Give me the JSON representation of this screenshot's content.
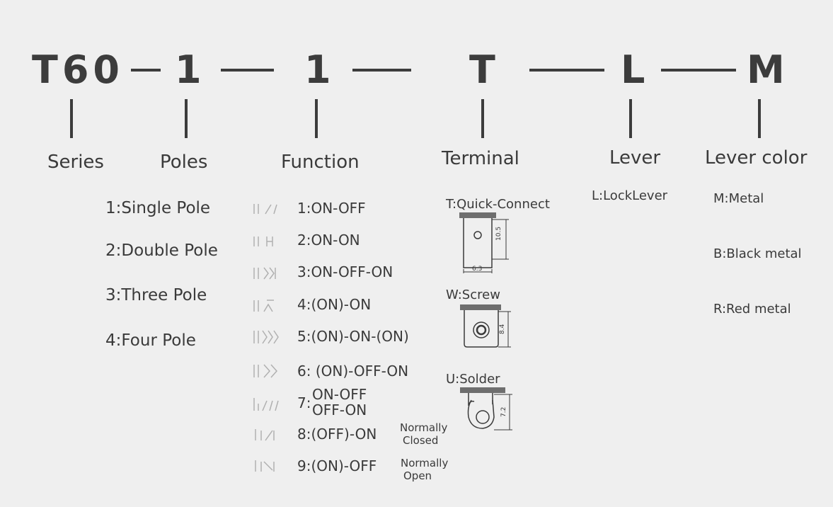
{
  "code": {
    "series": "T60",
    "poles": "1",
    "function": "1",
    "terminal": "T",
    "lever": "L",
    "lever_color": "M"
  },
  "categories": {
    "series": "Series",
    "poles": "Poles",
    "function": "Function",
    "terminal": "Terminal",
    "lever": "Lever",
    "lever_color": "Lever color"
  },
  "poles_options": [
    "1:Single Pole",
    "2:Double Pole",
    "3:Three Pole",
    "4:Four Pole"
  ],
  "function_options": [
    {
      "label": "1:ON-OFF"
    },
    {
      "label": "2:ON-ON"
    },
    {
      "label": "3:ON-OFF-ON"
    },
    {
      "label": "4:(ON)-ON"
    },
    {
      "label": "5:(ON)-ON-(ON)"
    },
    {
      "label": "6: (ON)-OFF-ON"
    },
    {
      "prefix": "7:",
      "line1": "ON-OFF",
      "line2": "OFF-ON"
    },
    {
      "label": "8:(OFF)-ON",
      "note1": "Normally",
      "note2": "Closed"
    },
    {
      "label": "9:(ON)-OFF",
      "note1": "Normally",
      "note2": "Open"
    }
  ],
  "terminal_options": [
    {
      "label": "T:Quick-Connect",
      "dim_h": "10.5",
      "dim_w": "6.3"
    },
    {
      "label": "W:Screw",
      "dim_h": "8.4"
    },
    {
      "label": "U:Solder",
      "dim_h": "7.2"
    }
  ],
  "lever_options": [
    "L:LockLever"
  ],
  "lever_color_options": [
    "M:Metal",
    "B:Black metal",
    "R:Red metal"
  ]
}
